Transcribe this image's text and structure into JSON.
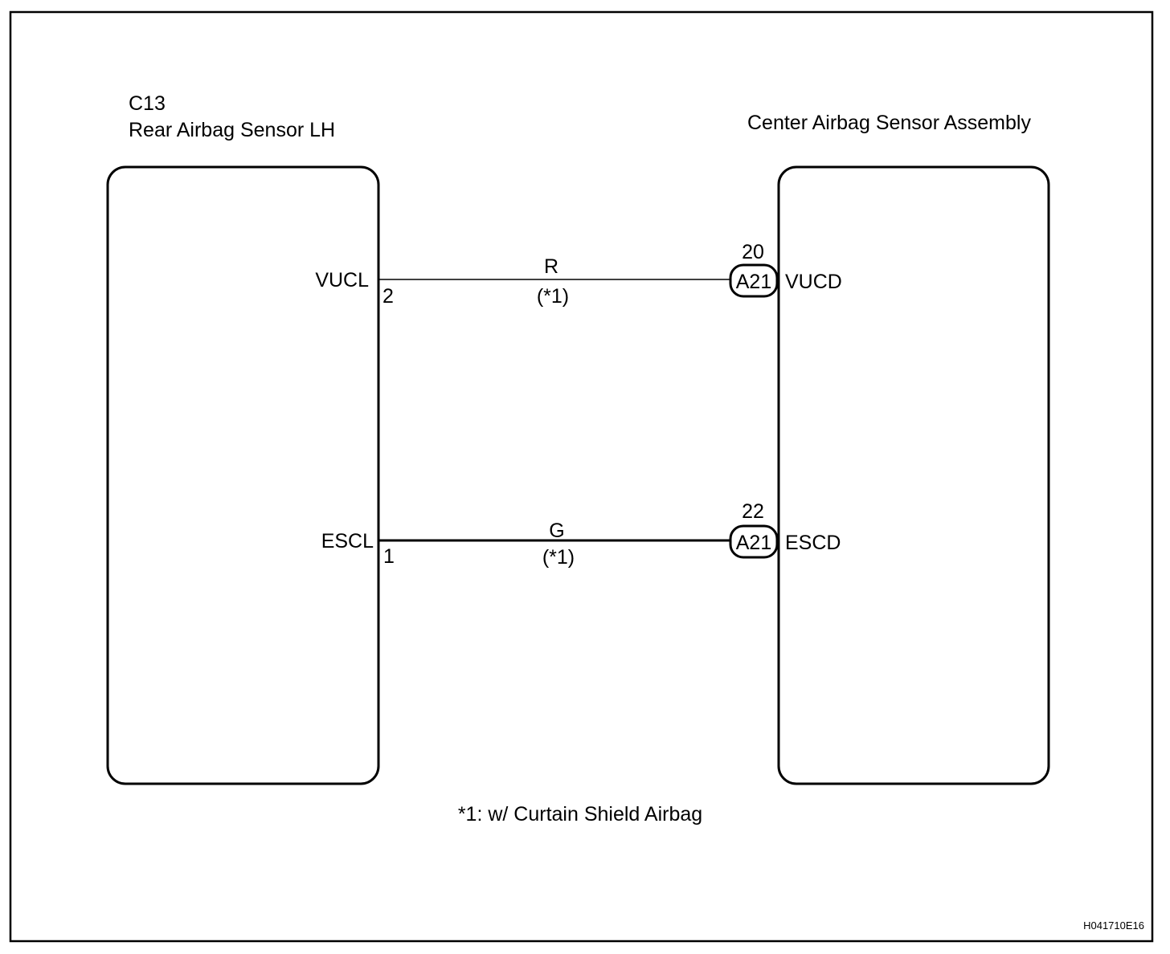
{
  "left_component": {
    "code": "C13",
    "name": "Rear Airbag Sensor LH"
  },
  "right_component": {
    "name": "Center Airbag Sensor Assembly"
  },
  "wires": [
    {
      "left_terminal_name": "VUCL",
      "left_pin": "2",
      "color": "R",
      "note": "(*1)",
      "connector": "A21",
      "right_pin": "20",
      "right_terminal_name": "VUCD"
    },
    {
      "left_terminal_name": "ESCL",
      "left_pin": "1",
      "color": "G",
      "note": "(*1)",
      "connector": "A21",
      "right_pin": "22",
      "right_terminal_name": "ESCD"
    }
  ],
  "footnote": "*1: w/ Curtain Shield Airbag",
  "figure_id": "H041710E16"
}
